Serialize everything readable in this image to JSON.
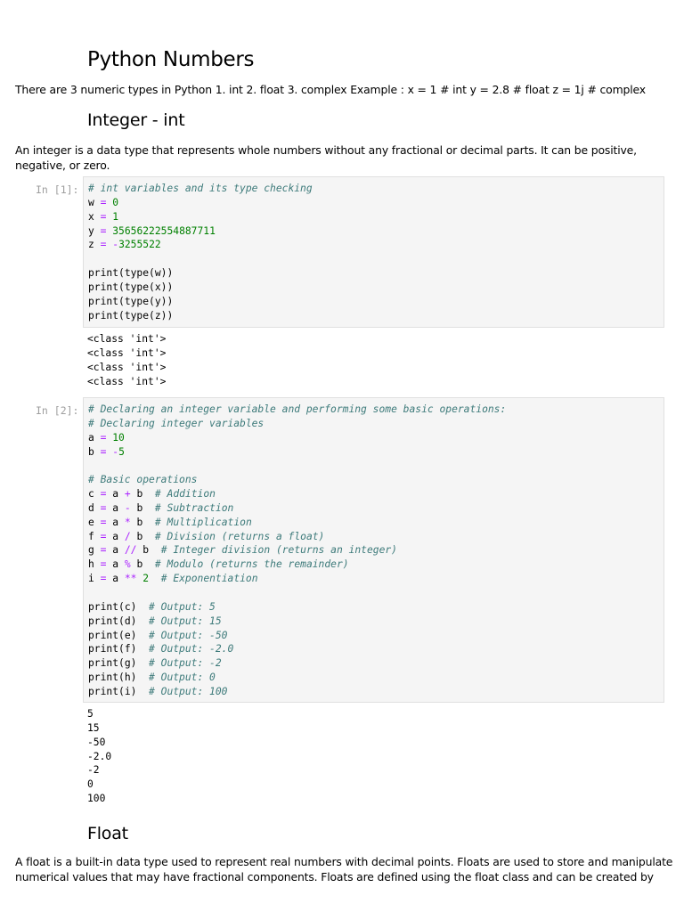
{
  "title": "Python Numbers",
  "intro": "There are 3 numeric types in Python 1. int 2. float 3. complex Example : x = 1 # int y = 2.8 # float z = 1j # complex",
  "section_int": {
    "heading": "Integer - int",
    "description": "An integer is a data type that represents whole numbers without any fractional or decimal parts. It can be positive, negative, or zero."
  },
  "cells": [
    {
      "prompt": "In [1]:",
      "code": [
        {
          "k": "c",
          "t": "# int variables and its type checking"
        },
        {
          "k": "v",
          "t": "w"
        },
        {
          "k": "o",
          "t": " = "
        },
        {
          "k": "n",
          "t": "0"
        },
        {
          "k": "v",
          "t": "x"
        },
        {
          "k": "o",
          "t": " = "
        },
        {
          "k": "n",
          "t": "1"
        },
        {
          "k": "v",
          "t": "y"
        },
        {
          "k": "o",
          "t": " = "
        },
        {
          "k": "n",
          "t": "35656222554887711"
        },
        {
          "k": "v",
          "t": "z"
        },
        {
          "k": "o",
          "t": " = "
        },
        {
          "k": "o",
          "t": "-"
        },
        {
          "k": "n",
          "t": "3255522"
        }
      ],
      "output": [
        "<class 'int'>",
        "<class 'int'>",
        "<class 'int'>",
        "<class 'int'>"
      ]
    },
    {
      "prompt": "In [2]:",
      "output": [
        "5",
        "15",
        "-50",
        "-2.0",
        "-2",
        "0",
        "100"
      ]
    }
  ],
  "section_float": {
    "heading": "Float",
    "description": "A float is a built-in data type used to represent real numbers with decimal points. Floats are used to store and manipulate numerical values that may have fractional components. Floats are defined using the float class and can be created by"
  }
}
